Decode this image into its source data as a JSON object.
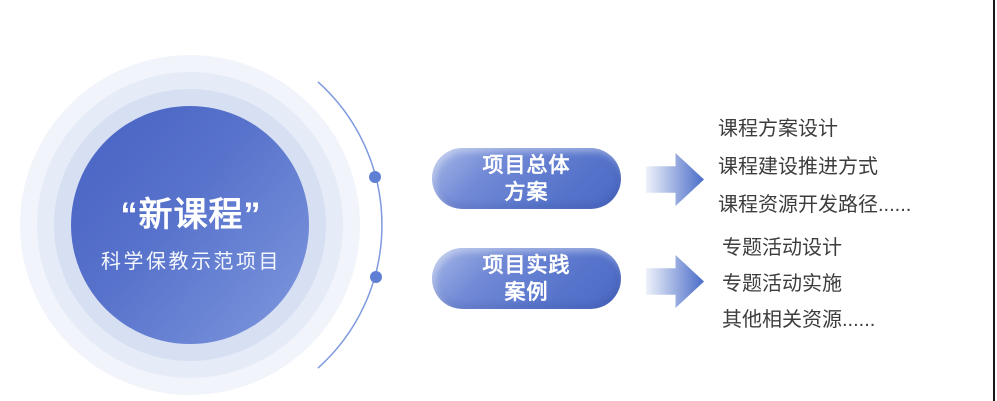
{
  "circle": {
    "title": "“新课程”",
    "subtitle": "科学保教示范项目",
    "colors": {
      "core_gradient_start": "#4a65c4",
      "core_gradient_end": "#7d96de",
      "ring_inner": "#d7e0f2",
      "ring_mid": "#e6ecf7",
      "ring_outer": "#f1f4fa",
      "orbit_arc": "#7e9ade",
      "orbit_dot": "#5e7fd4"
    }
  },
  "branches": [
    {
      "pill": {
        "line1": "项目总体",
        "line2": "方案"
      },
      "items": [
        "课程方案设计",
        "课程建设推进方式",
        "课程资源开发路径......"
      ]
    },
    {
      "pill": {
        "line1": "项目实践",
        "line2": "案例"
      },
      "items": [
        "专题活动设计",
        "专题活动实施",
        "其他相关资源......"
      ]
    }
  ],
  "icons": {
    "arrow_right": "block-arrow-right"
  },
  "colors": {
    "pill_gradient_start": "#a6b8e7",
    "pill_gradient_end": "#4b69c3",
    "arrow_gradient_start": "#eef2fa",
    "arrow_gradient_end": "#4a6cc8",
    "list_text": "#3d3d3d",
    "right_border_line": "#181818",
    "text_on_blue": "#ffffff"
  }
}
